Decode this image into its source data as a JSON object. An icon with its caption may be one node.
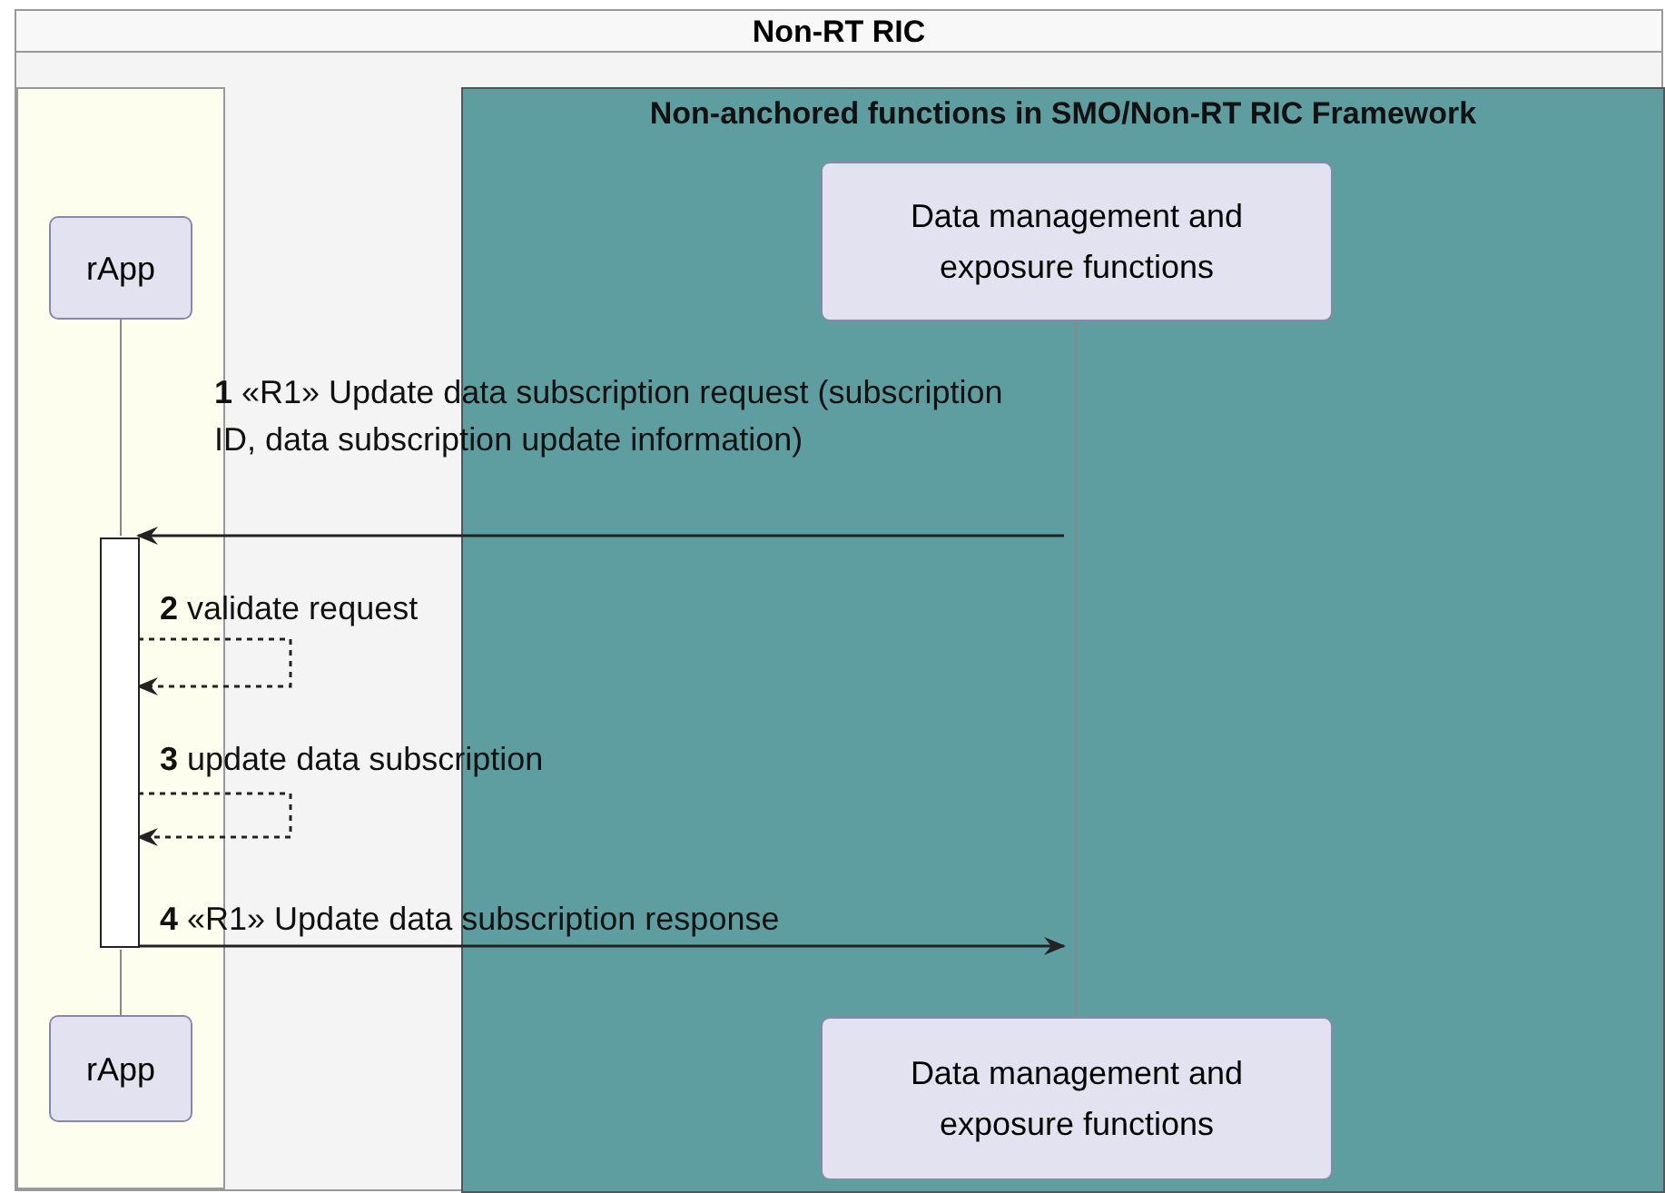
{
  "diagram": {
    "nodes": [
      {
        "text": [
          "Non-RT RIC"
        ]
      },
      {
        "text": [
          "Non-anchored functions in SMO/Non-RT RIC Framework"
        ],
        "in": 0
      },
      {
        "text": [
          "rApp"
        ],
        "in": 0
      },
      {
        "text": [
          "Data management and exposure functions"
        ],
        "in": 1
      },
      {
        "text": [
          "rApp"
        ],
        "in": 0
      },
      {
        "text": [
          "Data management and exposure functions"
        ],
        "in": 1
      },
      {
        "text": [],
        "shape": "line",
        "in": 0
      },
      {
        "text": [],
        "shape": "bar",
        "in": 0
      },
      {
        "text": [],
        "shape": "line",
        "in": 1
      },
      {
        "text": [],
        "shape": "line",
        "in": 0
      }
    ],
    "edges": [
      {
        "from": 8,
        "to": 7,
        "arrow": "to",
        "label": "**1** «R1» Update data subscription request (subscription ID, data subscription update information)"
      },
      {
        "from": 7,
        "to": 7,
        "arrow": "to",
        "style": "dashed",
        "label": "**2** validate request"
      },
      {
        "from": 7,
        "to": 7,
        "arrow": "to",
        "style": "dashed",
        "label": "**3** update data subscription"
      },
      {
        "from": 7,
        "to": 8,
        "arrow": "to",
        "label": "**4** «R1» Update data subscription response"
      }
    ]
  }
}
